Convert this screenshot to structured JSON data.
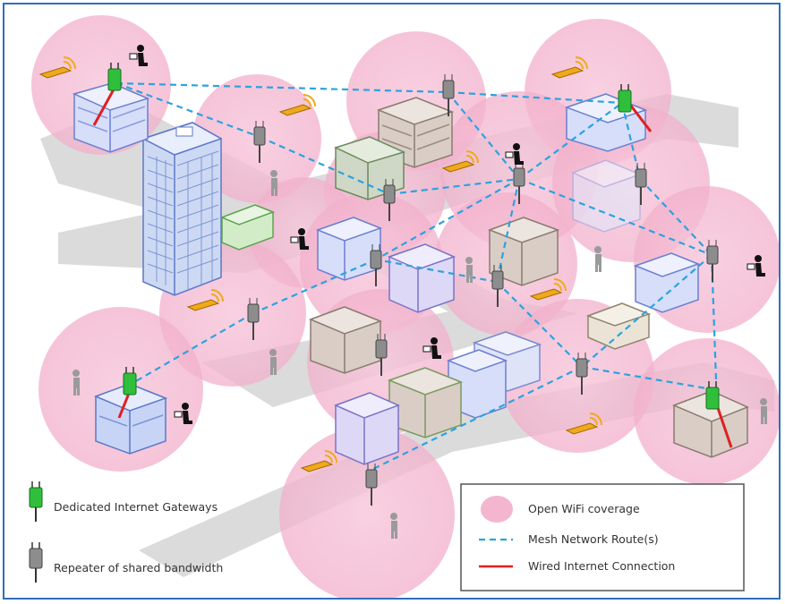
{
  "legend_left": [
    {
      "icon": "gateway-icon",
      "label": "Dedicated Internet Gateways"
    },
    {
      "icon": "repeater-icon",
      "label": "Repeater of shared bandwidth"
    }
  ],
  "legend_box": [
    {
      "symbol": "pink-circle",
      "label": "Open WiFi coverage"
    },
    {
      "symbol": "dashed-blue-line",
      "label": "Mesh Network Route(s)"
    },
    {
      "symbol": "red-line",
      "label": "Wired Internet Connection"
    }
  ],
  "colors": {
    "coverage": "#f4b6cf",
    "mesh": "#2aa3e0",
    "wired": "#e02020",
    "gateway": "#2fbf3a",
    "repeater": "#8d8d8d",
    "frame": "#2f6fb8"
  }
}
